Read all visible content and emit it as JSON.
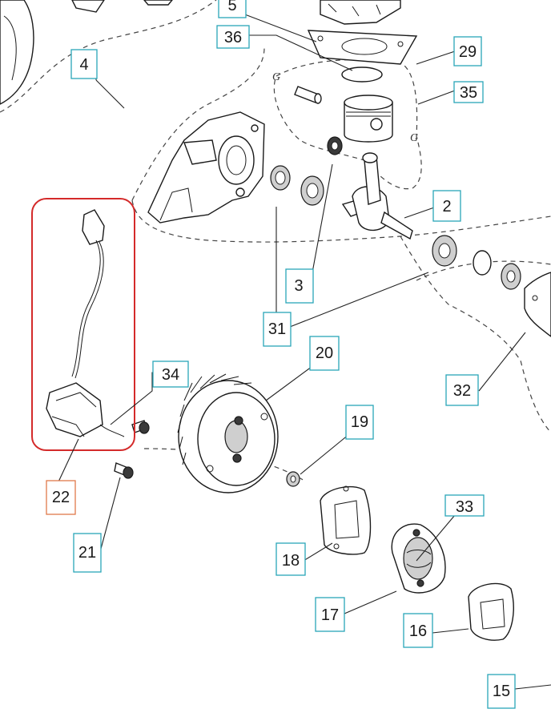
{
  "callouts": [
    {
      "id": "5",
      "label": "5"
    },
    {
      "id": "36",
      "label": "36"
    },
    {
      "id": "29",
      "label": "29"
    },
    {
      "id": "35",
      "label": "35"
    },
    {
      "id": "4",
      "label": "4"
    },
    {
      "id": "2",
      "label": "2"
    },
    {
      "id": "3",
      "label": "3"
    },
    {
      "id": "31",
      "label": "31"
    },
    {
      "id": "20",
      "label": "20"
    },
    {
      "id": "34",
      "label": "34"
    },
    {
      "id": "32",
      "label": "32"
    },
    {
      "id": "19",
      "label": "19"
    },
    {
      "id": "22",
      "label": "22"
    },
    {
      "id": "33",
      "label": "33"
    },
    {
      "id": "21",
      "label": "21"
    },
    {
      "id": "18",
      "label": "18"
    },
    {
      "id": "17",
      "label": "17"
    },
    {
      "id": "16",
      "label": "16"
    },
    {
      "id": "15",
      "label": "15"
    }
  ],
  "marks": {
    "g1": "G",
    "g2": "G"
  },
  "colors": {
    "callout_border": "#2aa6b8",
    "selected_callout_border": "#e07a4a",
    "highlight": "#d42a2a"
  }
}
